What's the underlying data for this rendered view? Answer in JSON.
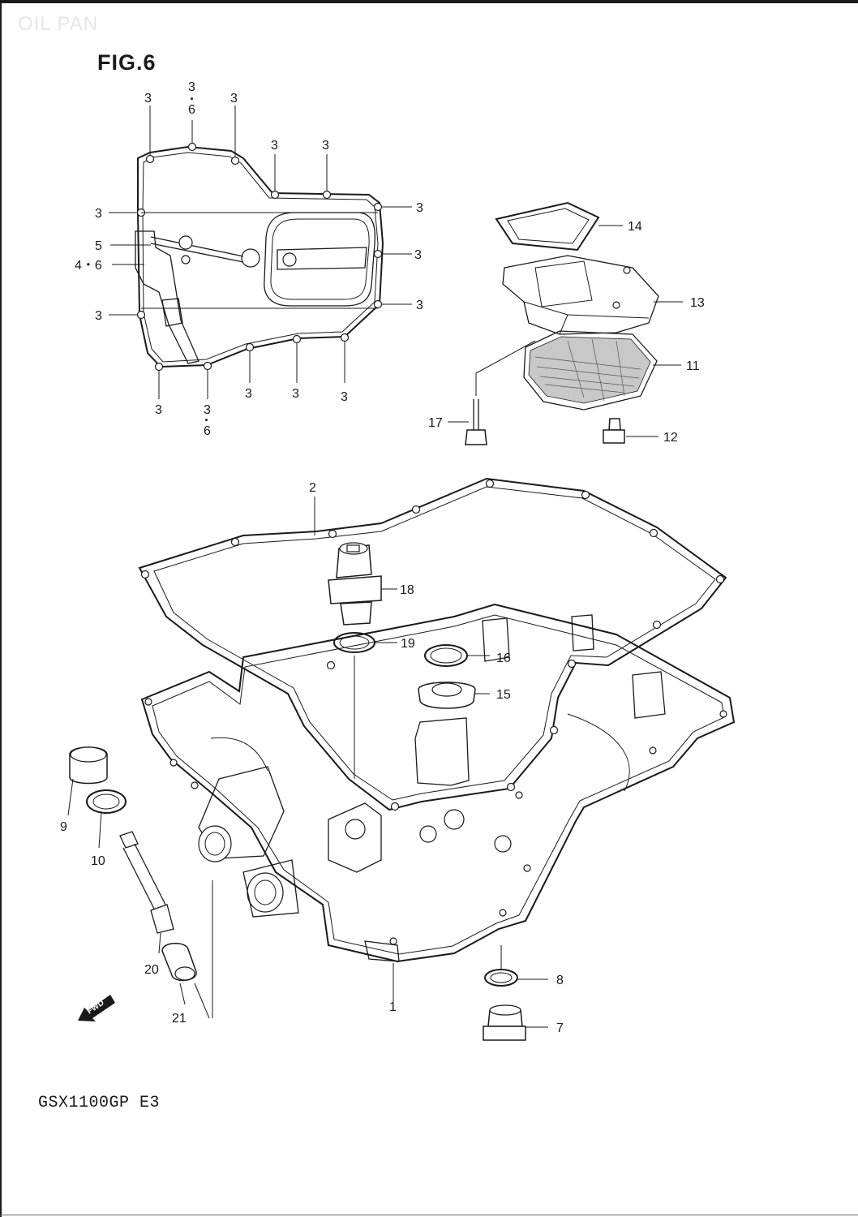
{
  "header": {
    "section_title": "OIL PAN",
    "figure_label": "FIG.6"
  },
  "footer": {
    "model_code": "GSX1100GP E3"
  },
  "direction_marker": {
    "label": "FWD",
    "icon": "forward-arrow-icon"
  },
  "callouts": {
    "c3_top_1": "3",
    "c3_6_top": "3",
    "c6_top": "6",
    "c3_top_3": "3",
    "c3_top_4": "3",
    "c3_top_5": "3",
    "c3_right_1": "3",
    "c3_right_2": "3",
    "c3_right_3": "3",
    "c3_left_1": "3",
    "c3_left_2": "3",
    "c5": "5",
    "c4_6": "4・6",
    "c3_bottom_1": "3",
    "c3_6_bottom": "3",
    "c6_bottom": "6",
    "c3_bottom_3": "3",
    "c3_bottom_4": "3",
    "c3_bottom_5": "3",
    "c14": "14",
    "c13": "13",
    "c11": "11",
    "c17": "17",
    "c12": "12",
    "c2": "2",
    "c18": "18",
    "c19": "19",
    "c16": "16",
    "c15": "15",
    "c9": "9",
    "c10": "10",
    "c20": "20",
    "c21": "21",
    "c1": "1",
    "c8": "8",
    "c7": "7"
  }
}
